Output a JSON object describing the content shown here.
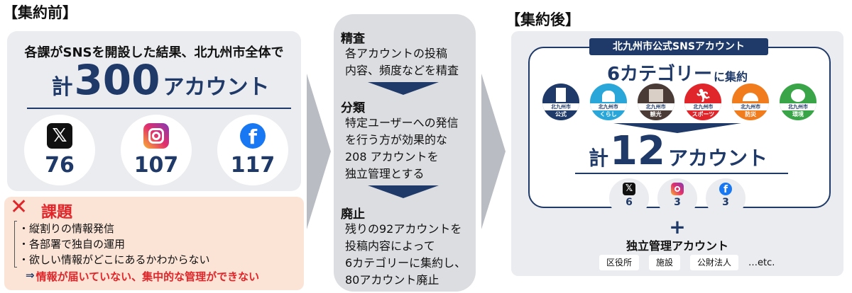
{
  "before": {
    "heading": "【集約前】",
    "desc": "各課がSNSを開設した結果、北九州市全体で",
    "total_prefix": "計",
    "total_number": "300",
    "total_suffix": "アカウント",
    "socials": [
      {
        "icon": "x-icon",
        "count": "76"
      },
      {
        "icon": "instagram-icon",
        "count": "107"
      },
      {
        "icon": "facebook-icon",
        "count": "117"
      }
    ],
    "issue_title": "課題",
    "issues": [
      "・縦割りの情報発信",
      "・各部署で独自の運用",
      "・欲しい情報がどこにあるかわからない"
    ],
    "conclusion_arrow": "⇒",
    "conclusion": "情報が届いていない、集中的な管理ができない"
  },
  "process": {
    "step1_title": "精査",
    "step1_text": [
      "各アカウントの投稿",
      "内容、頻度などを精査"
    ],
    "step2_title": "分類",
    "step2_text": [
      "特定ユーザーへの発信",
      "を行う方が効果的な",
      "208 アカウントを",
      "独立管理とする"
    ],
    "step3_title": "廃止",
    "step3_text": [
      "残りの92アカウントを",
      "投稿内容によって",
      "6カテゴリーに集約し、",
      "80アカウント廃止"
    ]
  },
  "after": {
    "heading": "【集約後】",
    "official_label": "北九州市公式SNSアカウント",
    "category_count": "6カテゴリー",
    "category_suffix": "に集約",
    "categories": [
      {
        "city": "北九州市",
        "label": "公式",
        "color": "#1f3a68"
      },
      {
        "city": "北九州市",
        "label": "くらし",
        "color": "#2aa7d8"
      },
      {
        "city": "北九州市",
        "label": "観光",
        "color": "#4a3b36"
      },
      {
        "city": "北九州市",
        "label": "スポーツ",
        "color": "#e0262a"
      },
      {
        "city": "北九州市",
        "label": "防災",
        "color": "#f07c1e"
      },
      {
        "city": "北九州市",
        "label": "環境",
        "color": "#3aa548"
      }
    ],
    "total_prefix": "計",
    "total_number": "12",
    "total_suffix": "アカウント",
    "socials": [
      {
        "icon": "x-icon",
        "count": "6"
      },
      {
        "icon": "instagram-icon",
        "count": "3"
      },
      {
        "icon": "facebook-icon",
        "count": "3"
      }
    ],
    "plus": "+",
    "independent_label": "独立管理アカウント",
    "tags": [
      "区役所",
      "施設",
      "公財法人"
    ],
    "etc": "…etc."
  }
}
